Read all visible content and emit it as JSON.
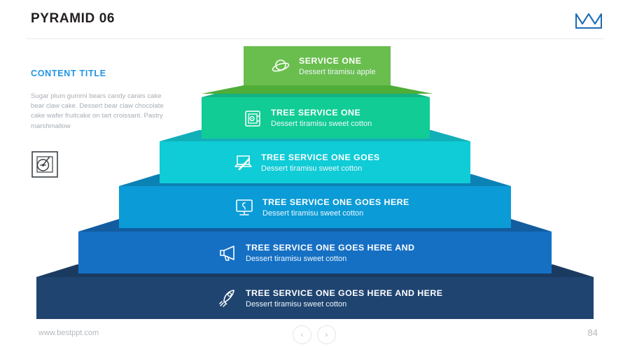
{
  "header": {
    "title": "PYRAMID 06",
    "logo_icon": "crown-logo-icon"
  },
  "sidebar": {
    "content_title": "CONTENT TITLE",
    "body_text": "Sugar plum gummi bears candy canes cake bear claw cake. Dessert bear claw chocolate cake wafer fruitcake on tart croissant. Pastry marshmallow",
    "icon": "satellite-dish-square-icon"
  },
  "pyramid": {
    "tiers": [
      {
        "heading": "SERVICE ONE",
        "subtitle": "Dessert tiramisu apple",
        "icon": "planet-saturn-icon",
        "face_color": "#6ABE4E",
        "top_color": "#4FAD38"
      },
      {
        "heading": "TREE SERVICE ONE",
        "subtitle": "Dessert tiramisu sweet cotton",
        "icon": "safe-vault-icon",
        "face_color": "#11CC95",
        "top_color": "#14B284"
      },
      {
        "heading": "TREE SERVICE ONE GOES",
        "subtitle": "Dessert tiramisu sweet cotton",
        "icon": "laptop-pen-icon",
        "face_color": "#0FCCD6",
        "top_color": "#12AFB9"
      },
      {
        "heading": "TREE SERVICE ONE GOES HERE",
        "subtitle": "Dessert tiramisu sweet cotton",
        "icon": "desktop-monitor-icon",
        "face_color": "#0B9BD7",
        "top_color": "#0C82B4"
      },
      {
        "heading": "TREE SERVICE ONE GOES HERE AND",
        "subtitle": "Dessert tiramisu sweet cotton",
        "icon": "megaphone-icon",
        "face_color": "#1570C4",
        "top_color": "#125C9F"
      },
      {
        "heading": "TREE SERVICE ONE GOES HERE AND HERE",
        "subtitle": "Dessert tiramisu sweet cotton",
        "icon": "rocket-icon",
        "face_color": "#1F4470",
        "top_color": "#1B3A60"
      }
    ]
  },
  "footer": {
    "url": "www.bestppt.com",
    "page_number": "84",
    "prev_label": "‹",
    "next_label": "›"
  }
}
